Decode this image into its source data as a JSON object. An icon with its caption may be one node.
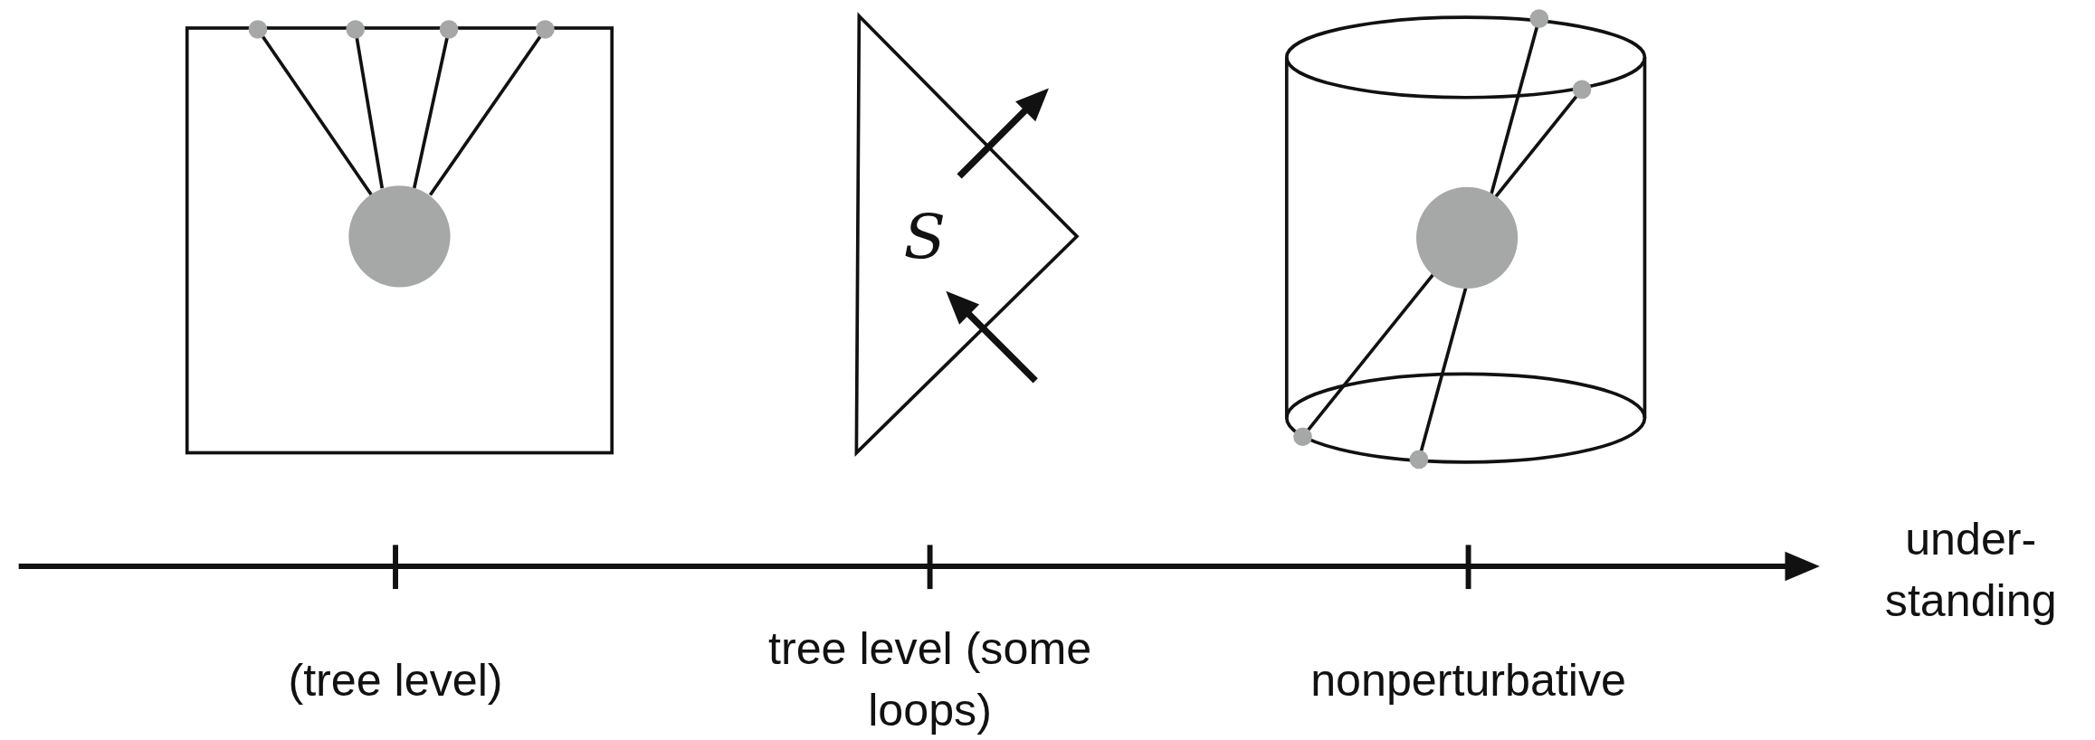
{
  "diagram": {
    "labels": [
      "S",
      "under- standing",
      "(tree level)",
      "tree level (some loops)",
      "nonperturbative"
    ]
  }
}
